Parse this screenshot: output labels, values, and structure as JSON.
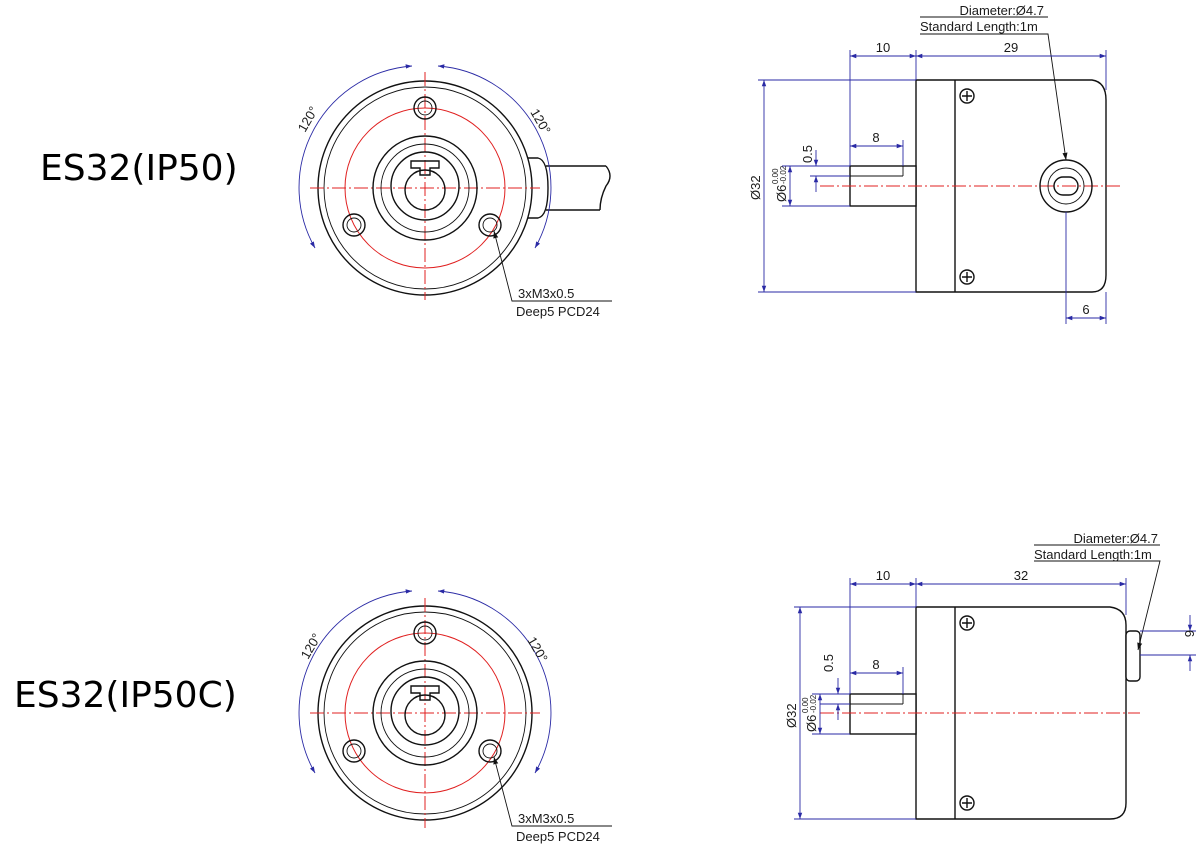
{
  "models": [
    {
      "id": "ip50",
      "title": "ES32(IP50)",
      "front": {
        "angle_left": "120°",
        "angle_right": "120°",
        "hole_note_1": "3xM3x0.5",
        "hole_note_2": "Deep5 PCD24"
      },
      "side": {
        "cable_note_1": "Diameter:Ø4.7",
        "cable_note_2": "Standard Length:1m",
        "dim_shaft_length": "10",
        "dim_body_length": "29",
        "dim_flat_length": "8",
        "dim_flat_depth": "0.5",
        "dim_body_diameter": "Ø32",
        "dim_shaft_diameter": "Ø6",
        "tol_upper": "0.00",
        "tol_lower": "-0.02",
        "dim_cable_offset": "6"
      }
    },
    {
      "id": "ip50c",
      "title": "ES32(IP50C)",
      "front": {
        "angle_left": "120°",
        "angle_right": "120°",
        "hole_note_1": "3xM3x0.5",
        "hole_note_2": "Deep5 PCD24"
      },
      "side": {
        "cable_note_1": "Diameter:Ø4.7",
        "cable_note_2": "Standard Length:1m",
        "dim_shaft_length": "10",
        "dim_body_length": "32",
        "dim_flat_length": "8",
        "dim_flat_depth": "0.5",
        "dim_body_diameter": "Ø32",
        "dim_shaft_diameter": "Ø6",
        "tol_upper": "0.00",
        "tol_lower": "-0.02",
        "dim_cable_offset": "6"
      }
    }
  ]
}
